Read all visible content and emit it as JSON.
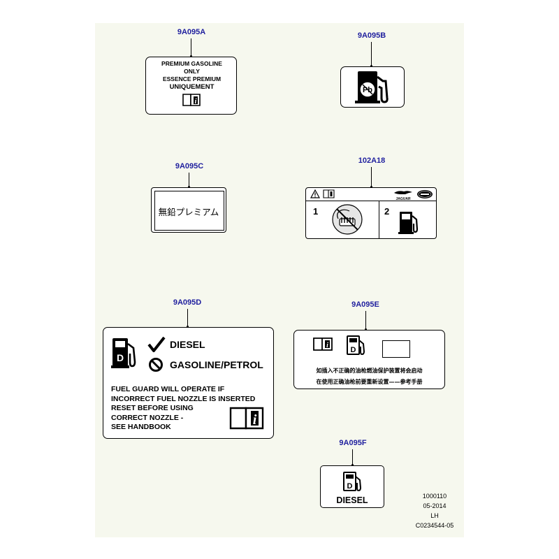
{
  "labels": {
    "a": {
      "ref": "9A095A",
      "lines": [
        "PREMIUM  GASOLINE",
        "ONLY",
        "ESSENCE  PREMIUM",
        "UNIQUEMENT"
      ],
      "icon": "handbook-icon"
    },
    "b": {
      "ref": "9A095B",
      "icon": "no-lead-fuel-pump-icon"
    },
    "c": {
      "ref": "9A095C",
      "text": "無鉛プレミアム"
    },
    "d102": {
      "ref": "102A18",
      "step1": "1",
      "step2": "2",
      "brand": "JAGUAR",
      "icons": [
        "warning-triangle-icon",
        "handbook-icon",
        "jaguar-leaper-logo",
        "land-rover-oval-logo",
        "no-stationary-heater-icon",
        "fuel-pump-icon"
      ]
    },
    "d": {
      "ref": "9A095D",
      "allowed": "DIESEL",
      "forbidden": "GASOLINE/PETROL",
      "lines": [
        "FUEL GUARD WILL OPERATE IF",
        "INCORRECT FUEL NOZZLE IS INSERTED",
        "RESET BEFORE USING",
        "CORRECT NOZZLE -",
        "SEE HANDBOOK"
      ],
      "icons": [
        "diesel-pump-icon",
        "checkmark-icon",
        "prohibited-icon",
        "handbook-icon"
      ]
    },
    "e": {
      "ref": "9A095E",
      "lines": [
        "如插入不正确的油枪燃油保护装置将会启动",
        "在使用正确油枪前要重新设置——参考手册"
      ],
      "icons": [
        "handbook-icon",
        "diesel-pump-icon",
        "blank-box"
      ]
    },
    "f": {
      "ref": "9A095F",
      "text": "DIESEL",
      "icon": "diesel-pump-icon"
    }
  },
  "footer": {
    "line1": "1000110",
    "line2": "05-2014",
    "line3": "LH",
    "line4": "C0234544-05"
  },
  "colors": {
    "callout": "#1f1f9e",
    "sheet": "#f6f8ee"
  }
}
